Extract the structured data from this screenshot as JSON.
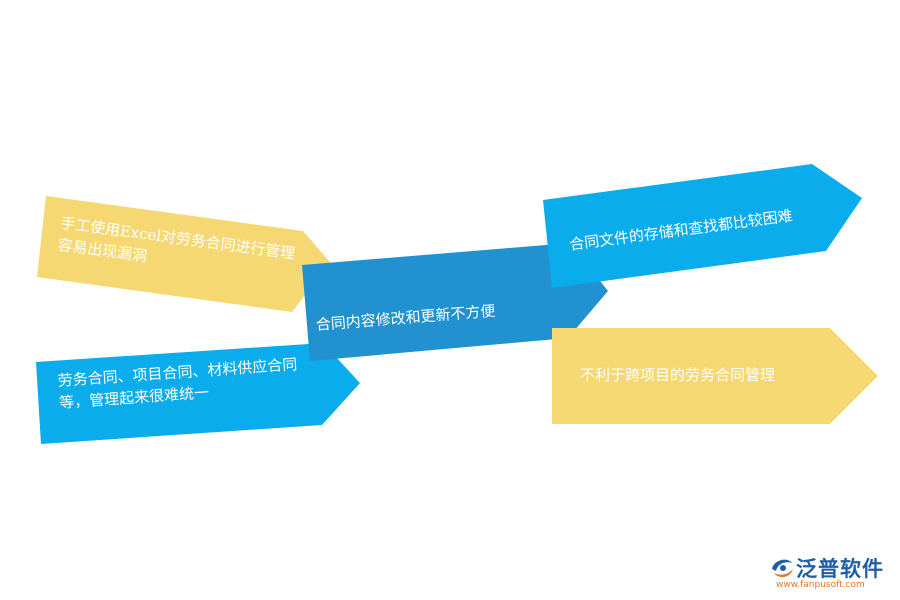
{
  "colors": {
    "yellow": "#f5d872",
    "blue_light": "#0aacec",
    "blue_dark": "#2192cf",
    "logo_blue": "#1f5ea8",
    "logo_orange": "#e0782a"
  },
  "cards": [
    {
      "id": "manual-excel",
      "text": "手工使用Excel对劳务合同进行管理容易出现漏洞",
      "color": "yellow"
    },
    {
      "id": "contract-types",
      "text": "劳务合同、项目合同、材料供应合同等，管理起来很难统一",
      "color": "blue_light"
    },
    {
      "id": "update-inconvenient",
      "text": "合同内容修改和更新不方便",
      "color": "blue_dark"
    },
    {
      "id": "storage-search",
      "text": "合同文件的存储和查找都比较困难",
      "color": "blue_light"
    },
    {
      "id": "cross-project",
      "text": "不利于跨项目的劳务合同管理",
      "color": "yellow"
    }
  ],
  "logo": {
    "name": "泛普软件",
    "url": "www.fanpusoft.com",
    "mark_icon": "fanpu-logo-icon"
  }
}
